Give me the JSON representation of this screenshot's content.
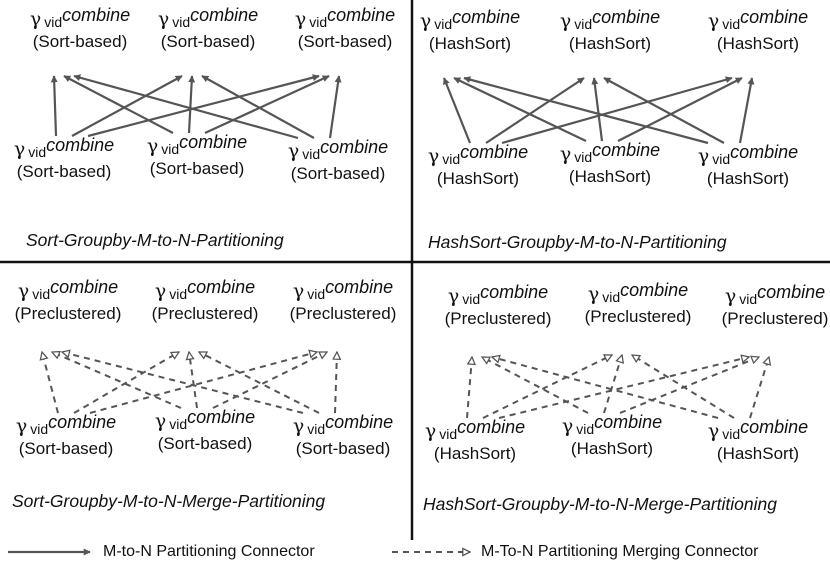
{
  "symbol": "γ",
  "subscript": "vid",
  "operator": "combine",
  "quadrants": [
    {
      "title": "Sort-Groupby-M-to-N-Partitioning",
      "connector": "partitioning",
      "top": [
        "Sort-based",
        "Sort-based",
        "Sort-based"
      ],
      "bottom": [
        "Sort-based",
        "Sort-based",
        "Sort-based"
      ]
    },
    {
      "title": "HashSort-Groupby-M-to-N-Partitioning",
      "connector": "partitioning",
      "top": [
        "HashSort",
        "HashSort",
        "HashSort"
      ],
      "bottom": [
        "HashSort",
        "HashSort",
        "HashSort"
      ]
    },
    {
      "title": "Sort-Groupby-M-to-N-Merge-Partitioning",
      "connector": "merging",
      "top": [
        "Preclustered",
        "Preclustered",
        "Preclustered"
      ],
      "bottom": [
        "Sort-based",
        "Sort-based",
        "Sort-based"
      ]
    },
    {
      "title": "HashSort-Groupby-M-to-N-Merge-Partitioning",
      "connector": "merging",
      "top": [
        "Preclustered",
        "Preclustered",
        "Preclustered"
      ],
      "bottom": [
        "HashSort",
        "HashSort",
        "HashSort"
      ]
    }
  ],
  "legend": {
    "partitioning_label": "M-to-N Partitioning Connector",
    "merging_label": "M-To-N Partitioning Merging Connector"
  },
  "colors": {
    "connector": "#555555",
    "divider": "#111111",
    "text": "#111111"
  }
}
